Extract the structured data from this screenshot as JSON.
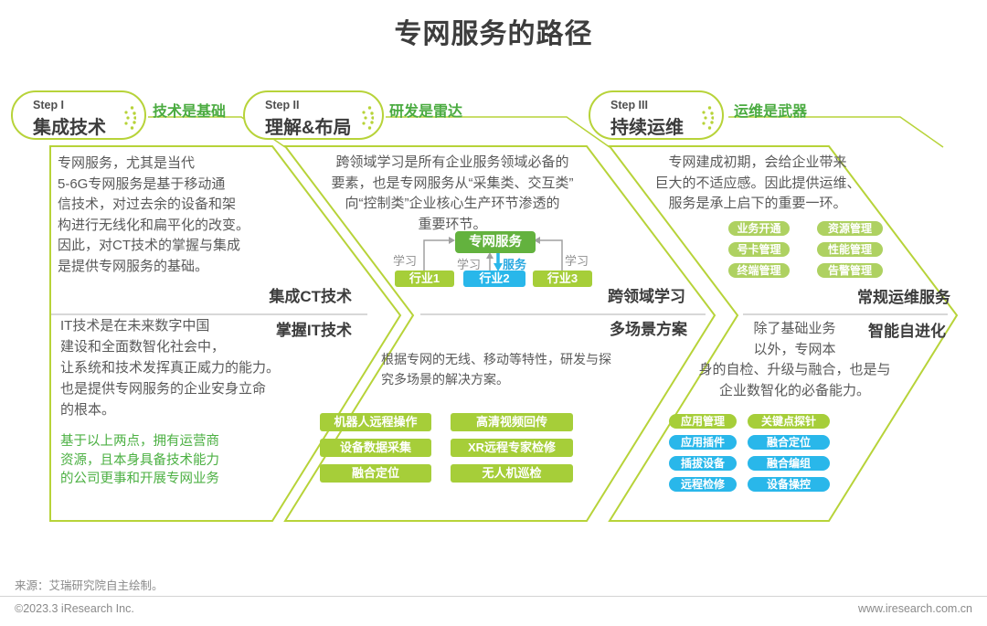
{
  "title": "专网服务的路径",
  "colors": {
    "chevron_stroke": "#b7d339",
    "green_button": "#a6ce39",
    "light_green_pill": "#aed161",
    "cyan": "#29b7ea",
    "service_box_green": "#63b23e",
    "green_text": "#4aab40",
    "dark_text": "#3c3c3c",
    "body_text": "#595959"
  },
  "steps": [
    {
      "step_label": "Step I",
      "step_title": "集成技术",
      "tagline": "技术是基础",
      "top_text": "专网服务，尤其是当代\n5-6G专网服务是基于移动通\n信技术，对过去余的设备和架\n构进行无线化和扁平化的改变。\n因此，对CT技术的掌握与集成\n是提供专网服务的基础。",
      "top_label": "集成CT技术",
      "bottom_label": "掌握IT技术",
      "bottom_text": "IT技术是在未来数字中国\n建设和全面数智化社会中，\n让系统和技术发挥真正威力的能力。\n也是提供专网服务的企业安身立命\n的根本。",
      "note": "基于以上两点，拥有运营商\n资源，且本身具备技术能力\n的公司更事和开展专网业务"
    },
    {
      "step_label": "Step II",
      "step_title": "理解&布局",
      "tagline": "研发是雷达",
      "top_text": "跨领域学习是所有企业服务领域必备的\n要素，也是专网服务从“采集类、交互类”\n向“控制类”企业核心生产环节渗透的\n重要环节。",
      "top_label": "跨领域学习",
      "diagram": {
        "service": "专网服务",
        "industries": [
          "行业1",
          "行业2",
          "行业3"
        ],
        "learn": "学习",
        "serve": "服务"
      },
      "bottom_label": "多场景方案",
      "bottom_text": "根据专网的无线、移动等特性，研发与探\n究多场景的解决方案。",
      "scenarios": [
        "机器人远程操作",
        "高清视频回传",
        "设备数据采集",
        "XR远程专家检修",
        "融合定位",
        "无人机巡检"
      ]
    },
    {
      "step_label": "Step III",
      "step_title": "持续运维",
      "tagline": "运维是武器",
      "top_text": "专网建成初期，会给企业带来\n巨大的不适应感。因此提供运维、\n服务是承上启下的重要一环。",
      "ops": [
        "业务开通",
        "资源管理",
        "号卡管理",
        "性能管理",
        "终端管理",
        "告警管理"
      ],
      "top_label": "常规运维服务",
      "bottom_label": "智能自进化",
      "bottom_text": "除了基础业务\n以外，专网本\n身的自检、升级与融合，也是与\n企业数智化的必备能力。",
      "smart": [
        {
          "label": "应用管理",
          "color": "green"
        },
        {
          "label": "关键点探针",
          "color": "green"
        },
        {
          "label": "应用插件",
          "color": "blue"
        },
        {
          "label": "融合定位",
          "color": "blue"
        },
        {
          "label": "插拔设备",
          "color": "blue"
        },
        {
          "label": "融合编组",
          "color": "blue"
        },
        {
          "label": "远程检修",
          "color": "blue"
        },
        {
          "label": "设备操控",
          "color": "blue"
        }
      ]
    }
  ],
  "footer": {
    "source": "来源：艾瑞研究院自主绘制。",
    "copyright": "©2023.3 iResearch Inc.",
    "website": "www.iresearch.com.cn"
  }
}
